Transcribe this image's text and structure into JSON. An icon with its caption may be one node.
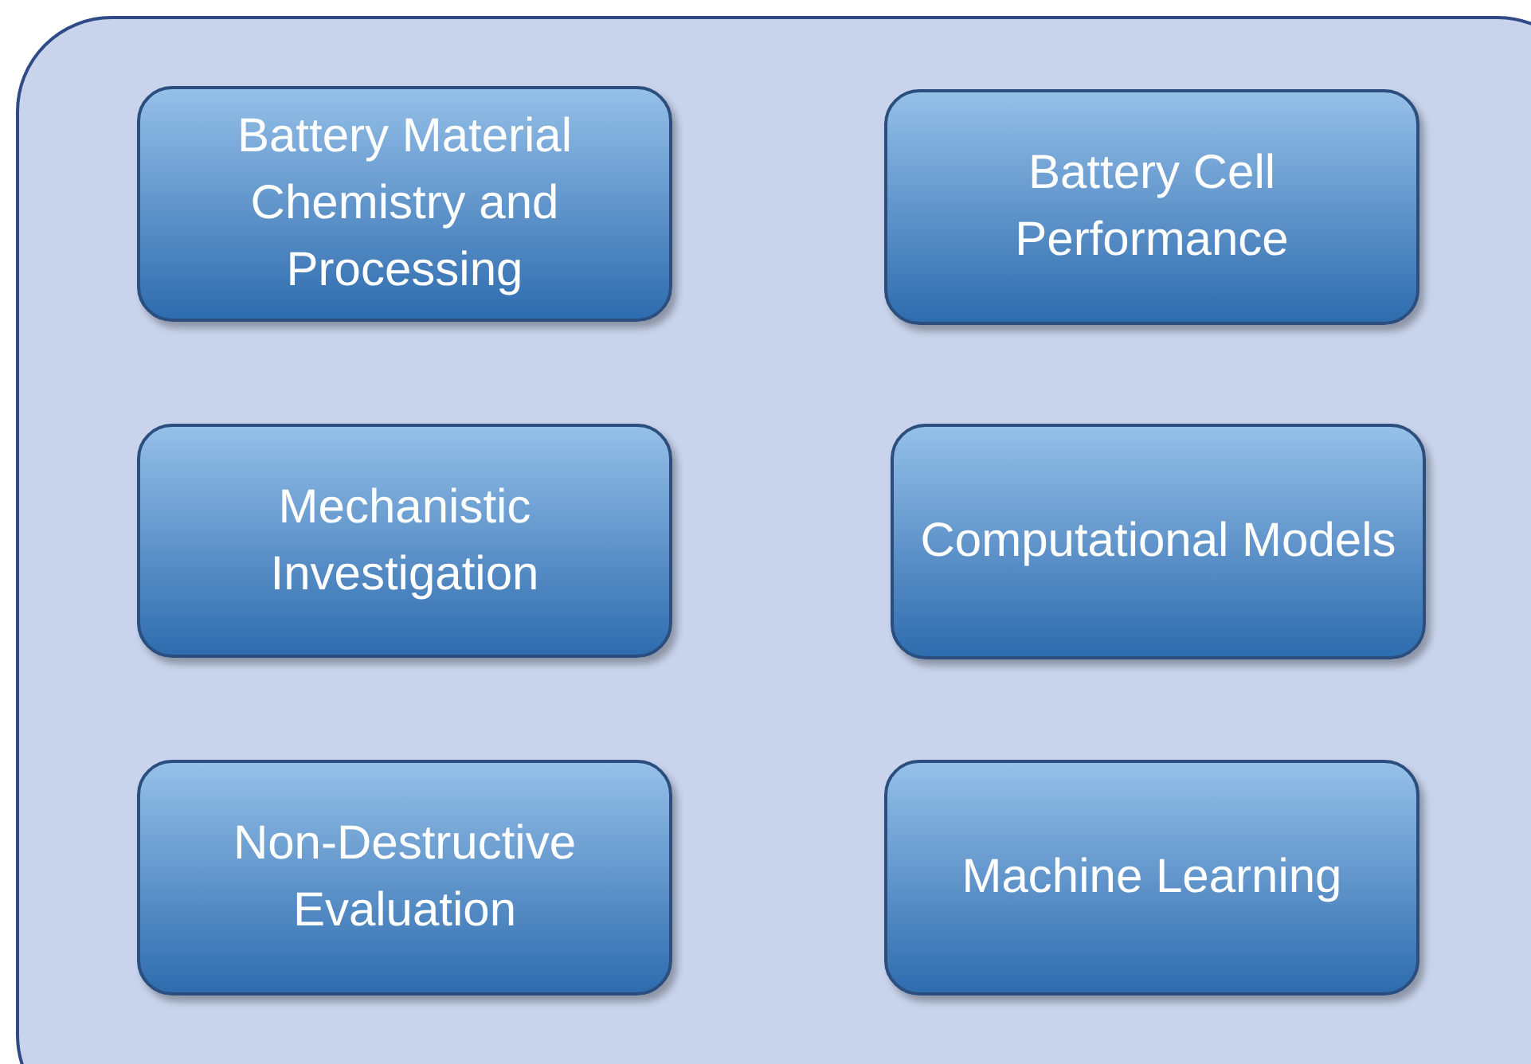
{
  "diagram": {
    "nodes": [
      {
        "text": [],
        "shape": "box"
      },
      {
        "text": [
          "Battery Material Chemistry and Processing"
        ],
        "in": 0
      },
      {
        "text": [
          "Battery Cell Performance"
        ],
        "in": 0
      },
      {
        "text": [
          "Mechanistic Investigation"
        ],
        "in": 0
      },
      {
        "text": [
          "Computational Models"
        ],
        "in": 0
      },
      {
        "text": [
          "Non-Destructive Evaluation"
        ],
        "in": 0
      },
      {
        "text": [
          "Machine Learning"
        ],
        "in": 0
      }
    ]
  }
}
